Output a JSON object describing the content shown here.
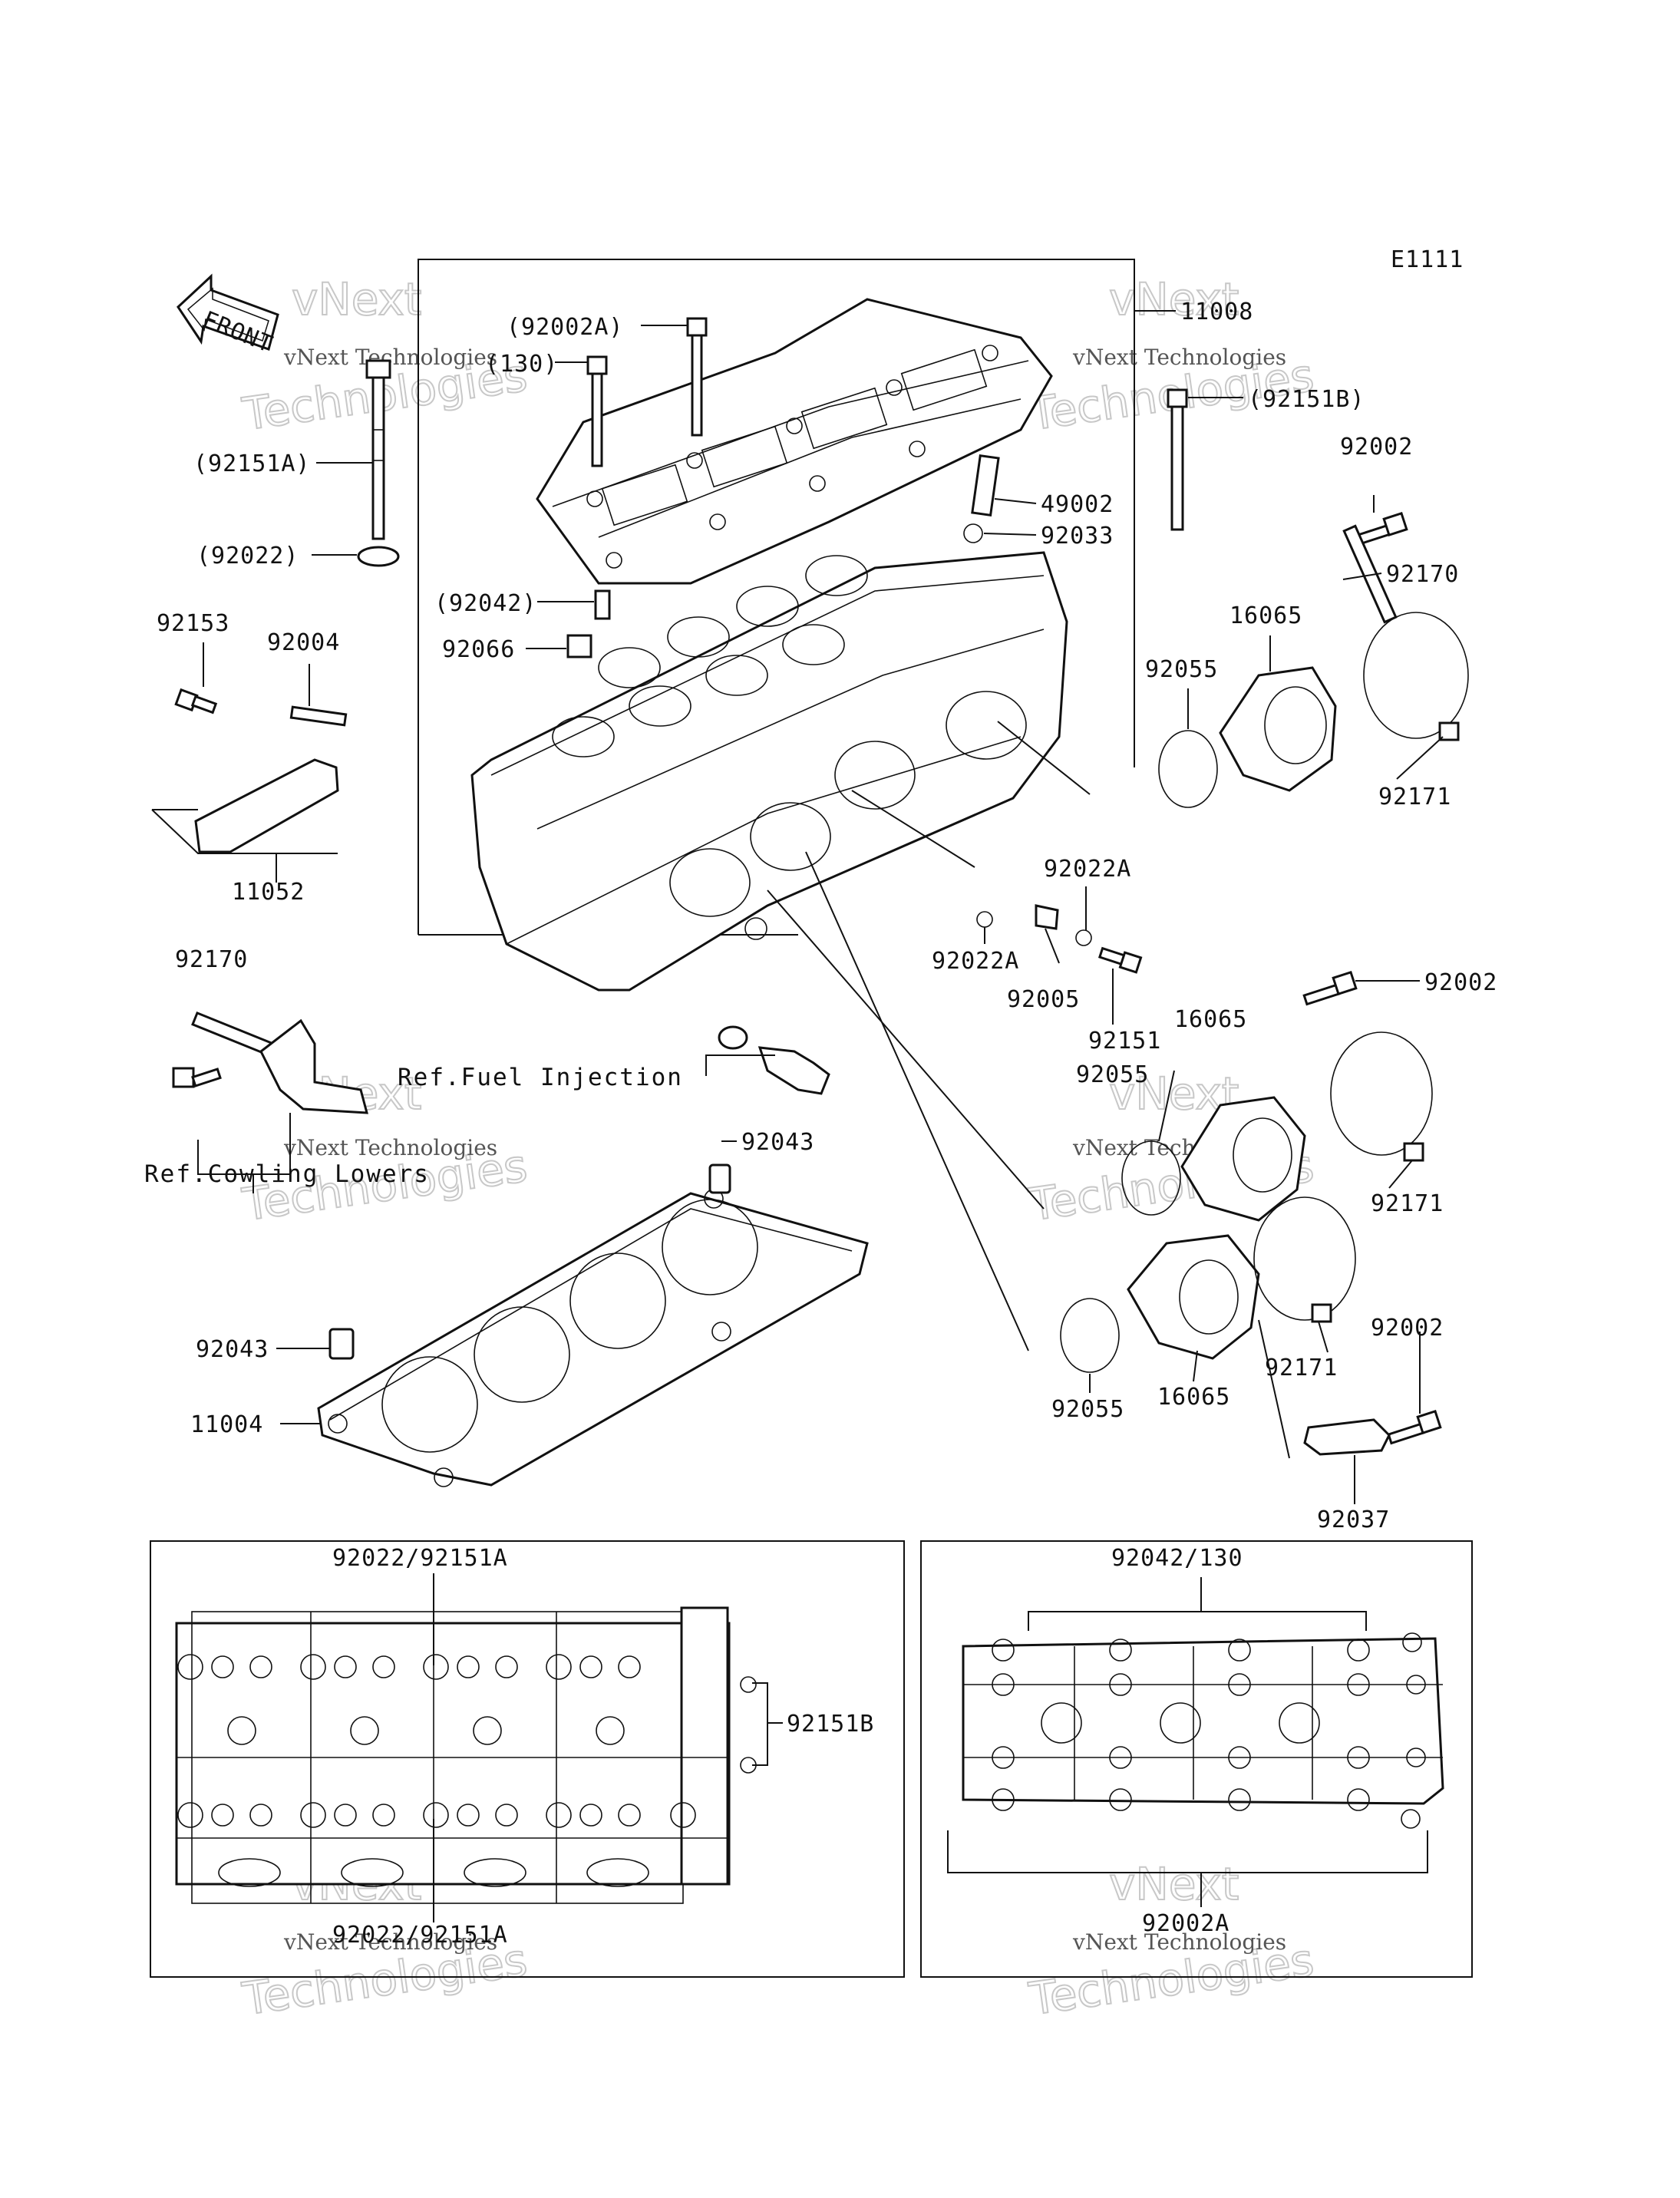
{
  "code": "E1111",
  "front_label": "FRONT",
  "labels": {
    "l11008": "11008",
    "l92002A_paren": "(92002A)",
    "l130_paren": "(130)",
    "l92151B_paren": "(92151B)",
    "l92151A_paren": "(92151A)",
    "l92002_a": "92002",
    "l49002": "49002",
    "l92033": "92033",
    "l92022_paren": "(92022)",
    "l92170_a": "92170",
    "l92042_paren": "(92042)",
    "l16065_a": "16065",
    "l92066": "92066",
    "l92055_a": "92055",
    "l92153": "92153",
    "l92004": "92004",
    "l92171_a": "92171",
    "l11052": "11052",
    "l92022A_a": "92022A",
    "l92002_b": "92002",
    "l92022A_b": "92022A",
    "l92170_b": "92170",
    "l16065_b": "16065",
    "l92005": "92005",
    "l92151": "92151",
    "l92055_b": "92055",
    "l92171_b": "92171",
    "l92043_a": "92043",
    "l92002_c": "92002",
    "l92043_b": "92043",
    "l92171_c": "92171",
    "l11004": "11004",
    "l16065_c": "16065",
    "l92055_c": "92055",
    "l92037": "92037",
    "box1_top": "92022/92151A",
    "box1_bottom": "92022/92151A",
    "box1_right": "92151B",
    "box2_top": "92042/130",
    "box2_bottom": "92002A"
  },
  "refs": {
    "fuel": "Ref.Fuel Injection",
    "cowling": "Ref.Cowling Lowers"
  },
  "watermark": {
    "small": "vNext Technologies",
    "large": "Technologies",
    "prefix": "vNext"
  }
}
